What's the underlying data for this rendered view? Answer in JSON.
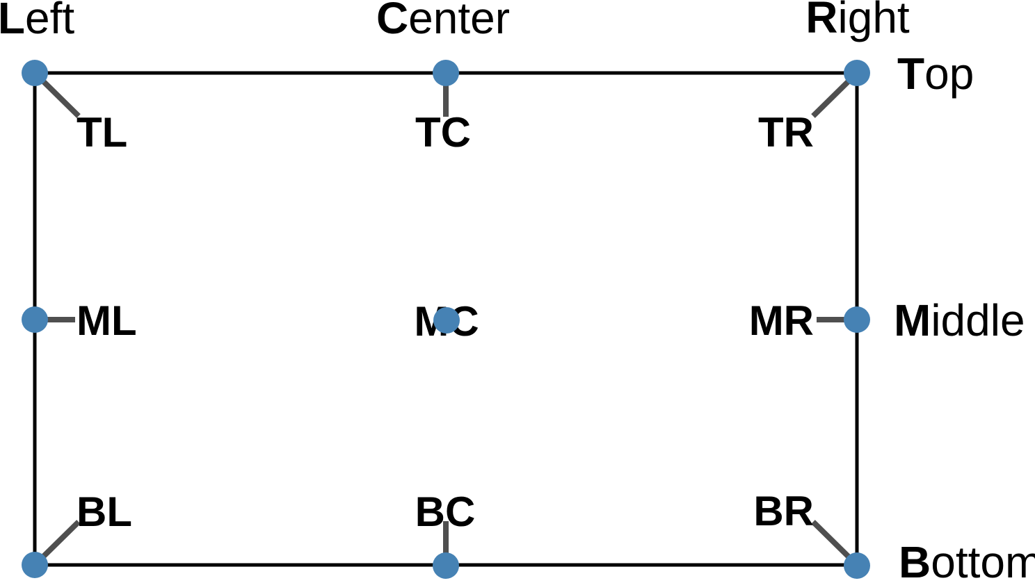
{
  "colors": {
    "background": "#ffffff",
    "dot": "#4682B4",
    "leader": "#4f4f4f",
    "frame": "#000000"
  },
  "edge_labels": {
    "left": {
      "bold": "L",
      "rest": "eft"
    },
    "center": {
      "bold": "C",
      "rest": "enter"
    },
    "right": {
      "bold": "R",
      "rest": "ight"
    },
    "top": {
      "bold": "T",
      "rest": "op"
    },
    "middle": {
      "bold": "M",
      "rest": "iddle"
    },
    "bottom": {
      "bold": "B",
      "rest": "ottom"
    }
  },
  "anchor_labels": {
    "tl": "TL",
    "tc": "TC",
    "tr": "TR",
    "ml": "ML",
    "mc": "MC",
    "mr": "MR",
    "bl": "BL",
    "bc": "BC",
    "br": "BR"
  }
}
